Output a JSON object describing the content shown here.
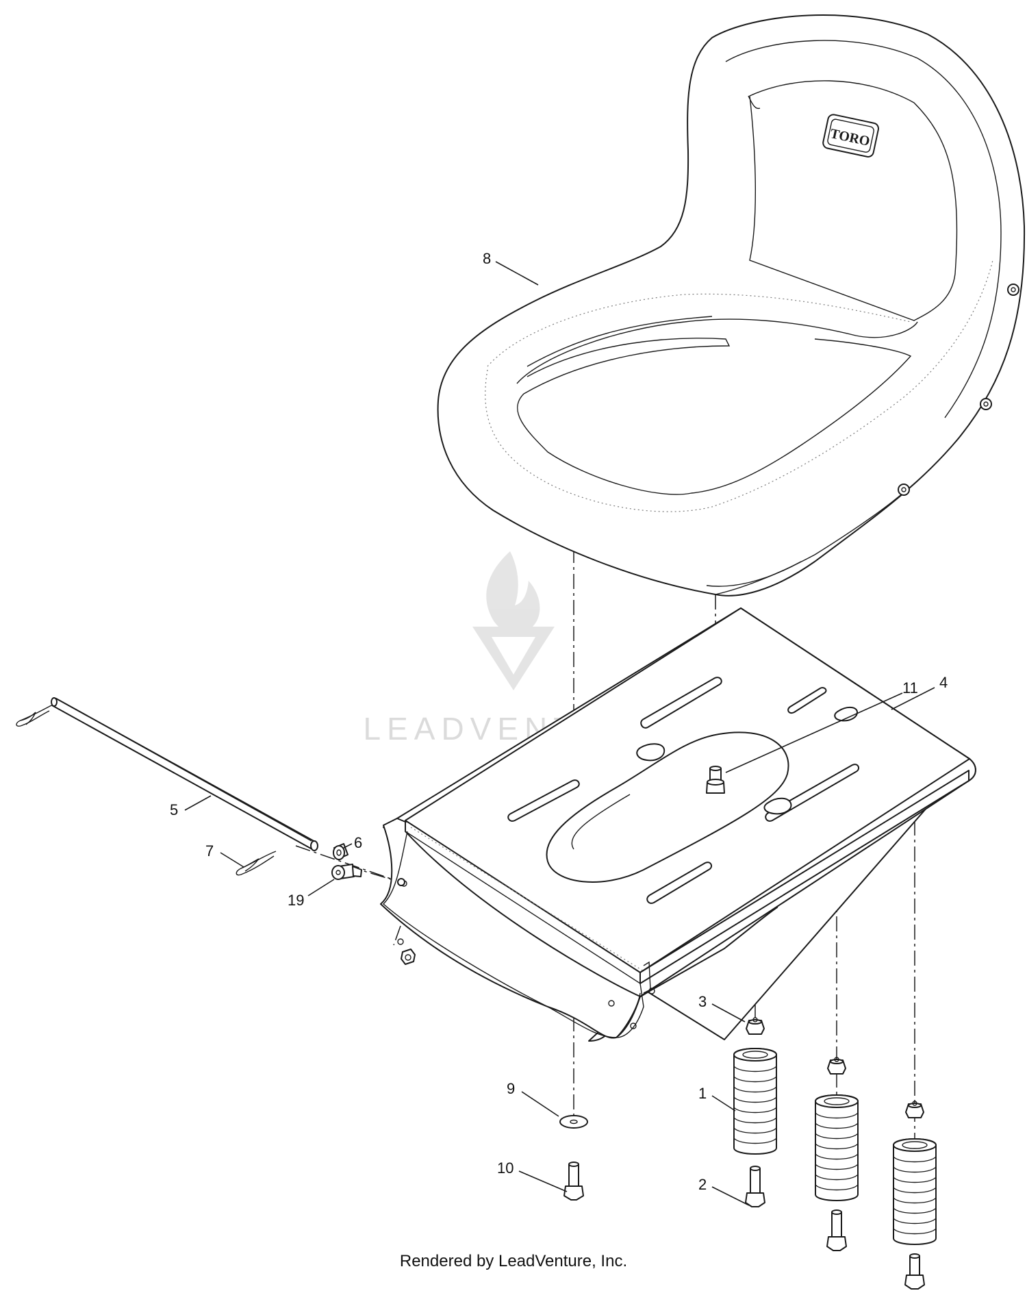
{
  "diagram": {
    "brand_mark": "TORO",
    "watermark": "LEADVENTURE",
    "credit": "Rendered by LeadVenture, Inc.",
    "callouts": [
      {
        "id": "c1",
        "label": "1"
      },
      {
        "id": "c2",
        "label": "2"
      },
      {
        "id": "c3",
        "label": "3"
      },
      {
        "id": "c4",
        "label": "4"
      },
      {
        "id": "c5",
        "label": "5"
      },
      {
        "id": "c6",
        "label": "6"
      },
      {
        "id": "c7",
        "label": "7"
      },
      {
        "id": "c8",
        "label": "8"
      },
      {
        "id": "c9",
        "label": "9"
      },
      {
        "id": "c10",
        "label": "10"
      },
      {
        "id": "c11",
        "label": "11"
      },
      {
        "id": "c19",
        "label": "19"
      }
    ]
  }
}
